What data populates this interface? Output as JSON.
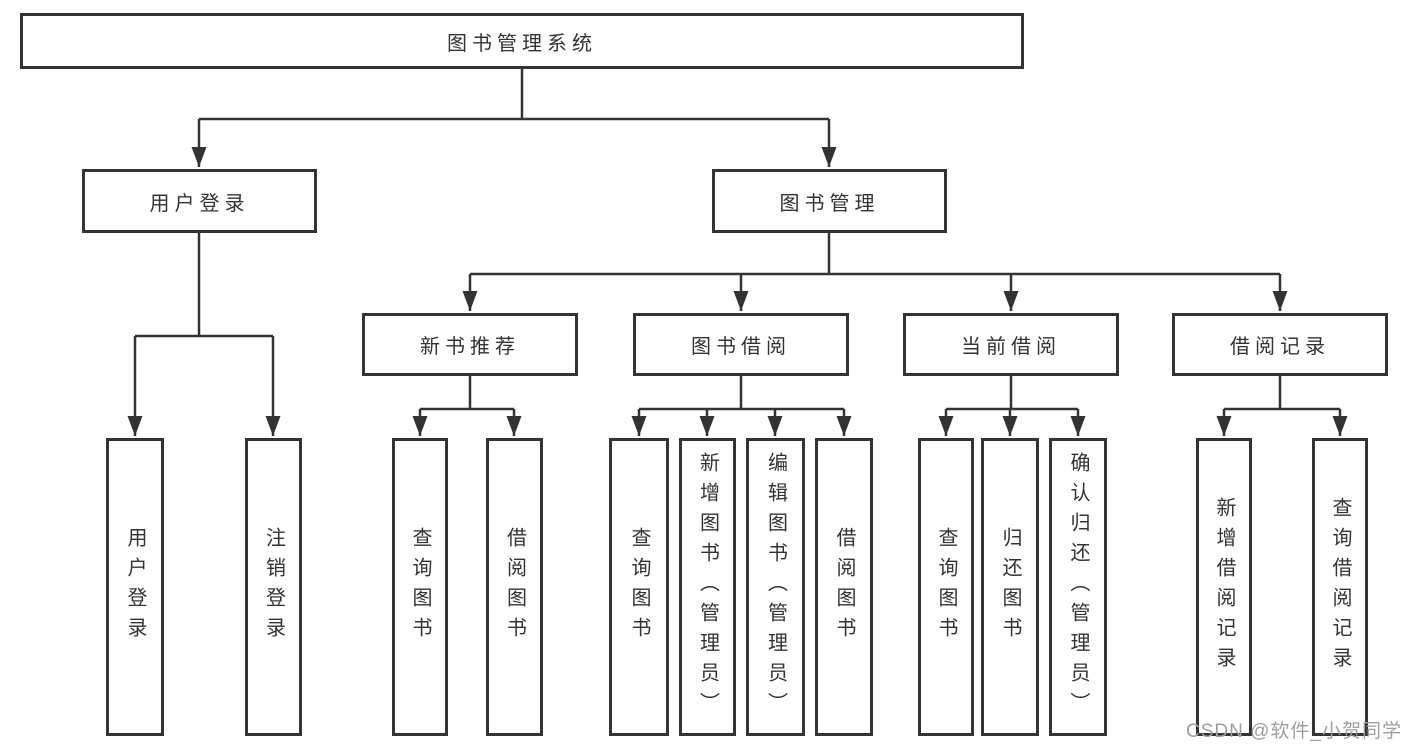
{
  "diagram": {
    "root": "图书管理系统",
    "branches": {
      "user_login": {
        "label": "用户登录",
        "children": [
          "用户登录",
          "注销登录"
        ]
      },
      "book_management": {
        "label": "图书管理",
        "sections": {
          "new_books": {
            "label": "新书推荐",
            "children": [
              "查询图书",
              "借阅图书"
            ]
          },
          "book_borrow": {
            "label": "图书借阅",
            "children": [
              "查询图书",
              "新增图书（管理员）",
              "编辑图书（管理员）",
              "借阅图书"
            ]
          },
          "current_borrow": {
            "label": "当前借阅",
            "children": [
              "查询图书",
              "归还图书",
              "确认归还（管理员）"
            ]
          },
          "borrow_records": {
            "label": "借阅记录",
            "children": [
              "新增借阅记录",
              "查询借阅记录"
            ]
          }
        }
      }
    }
  },
  "watermark": {
    "text": "CSDN @软件_小贺同学",
    "color": "#9e9e9e"
  },
  "colors": {
    "line": "#333333",
    "box_border": "#333333",
    "text": "#333333",
    "background": "#ffffff"
  }
}
